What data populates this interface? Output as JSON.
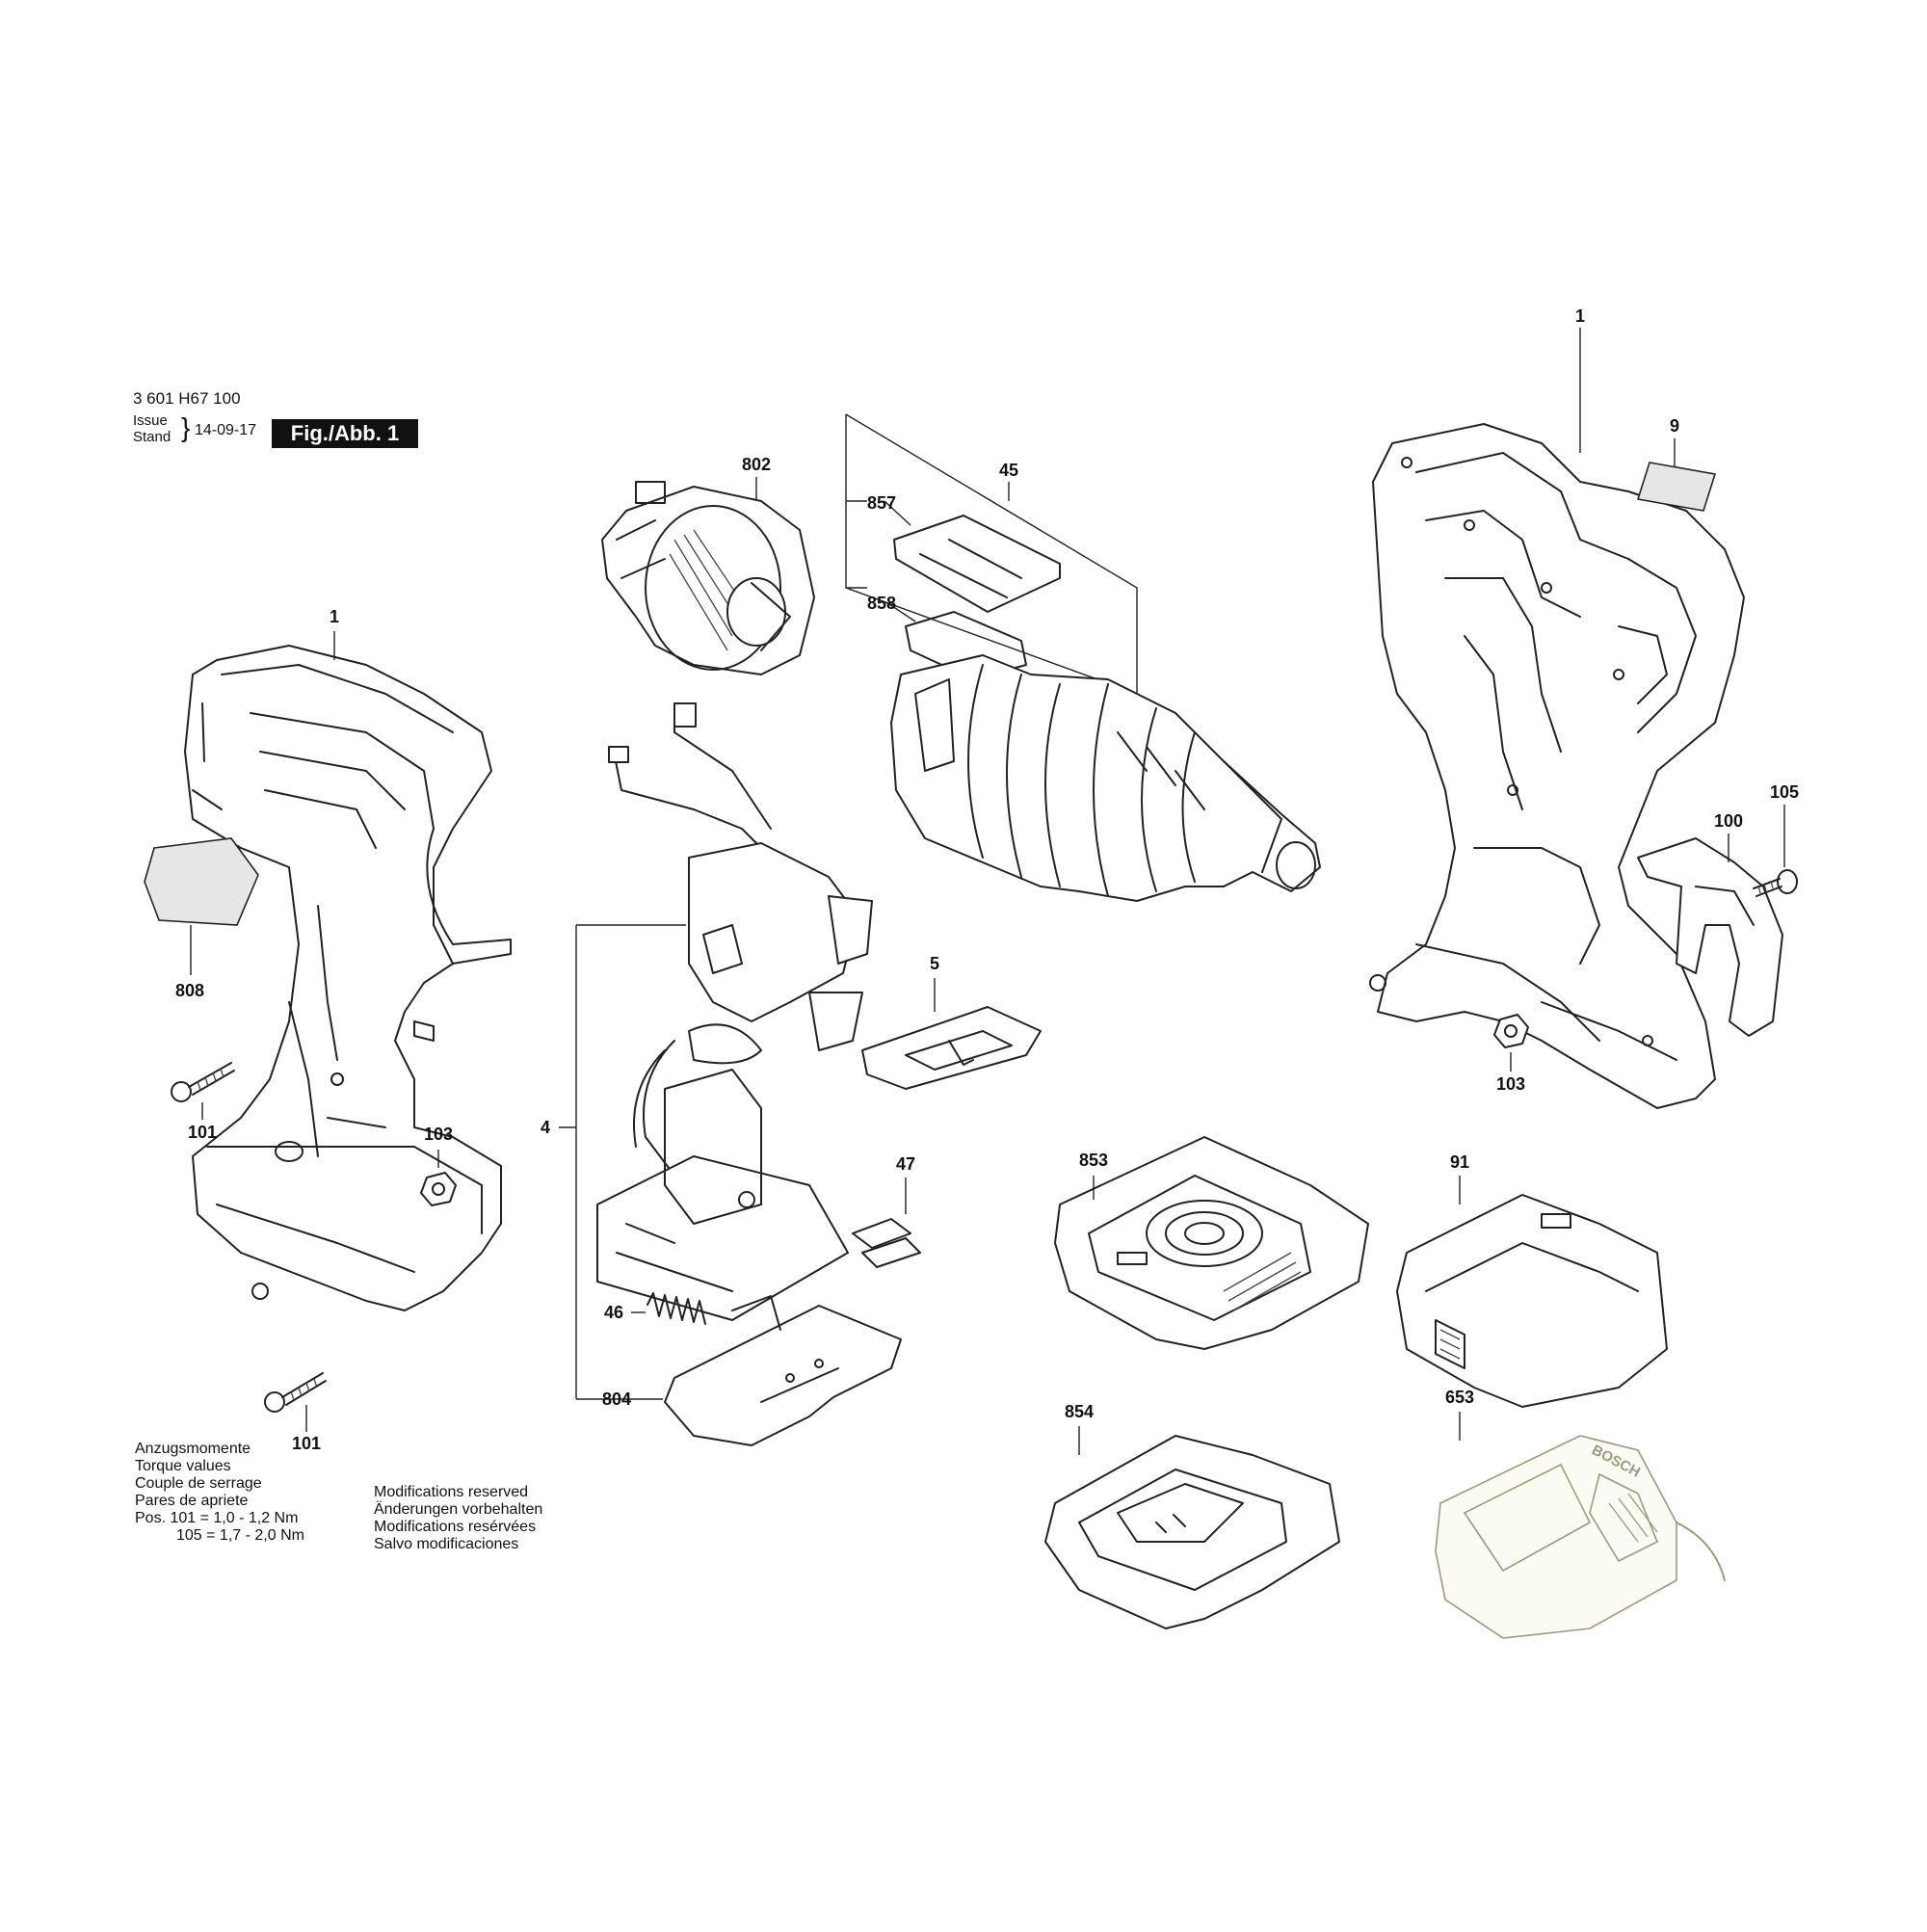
{
  "header": {
    "document_code": "3 601 H67 100",
    "issue_label_1": "Issue",
    "issue_label_2": "Stand",
    "issue_date": "14-09-17",
    "figure_label": "Fig./Abb. 1"
  },
  "callouts": {
    "c1_left": "1",
    "c808": "808",
    "c101_top": "101",
    "c103_left": "103",
    "c101_bottom": "101",
    "c802": "802",
    "c45": "45",
    "c857": "857",
    "c858": "858",
    "c4": "4",
    "c5": "5",
    "c47": "47",
    "c46": "46",
    "c804": "804",
    "c1_right": "1",
    "c9": "9",
    "c105": "105",
    "c100": "100",
    "c103_right": "103",
    "c853": "853",
    "c91": "91",
    "c854": "854",
    "c653": "653"
  },
  "torque": {
    "line1": "Anzugsmomente",
    "line2": "Torque values",
    "line3": "Couple de serrage",
    "line4": "Pares de apriete",
    "line5": "Pos.  101 =  1,0 - 1,2 Nm",
    "line6": "105 =  1,7 - 2,0 Nm"
  },
  "modifications": {
    "line1": "Modifications reserved",
    "line2": "Änderungen vorbehalten",
    "line3": "Modifications resérvées",
    "line4": "Salvo modificaciones"
  },
  "charger_brand": "BOSCH"
}
